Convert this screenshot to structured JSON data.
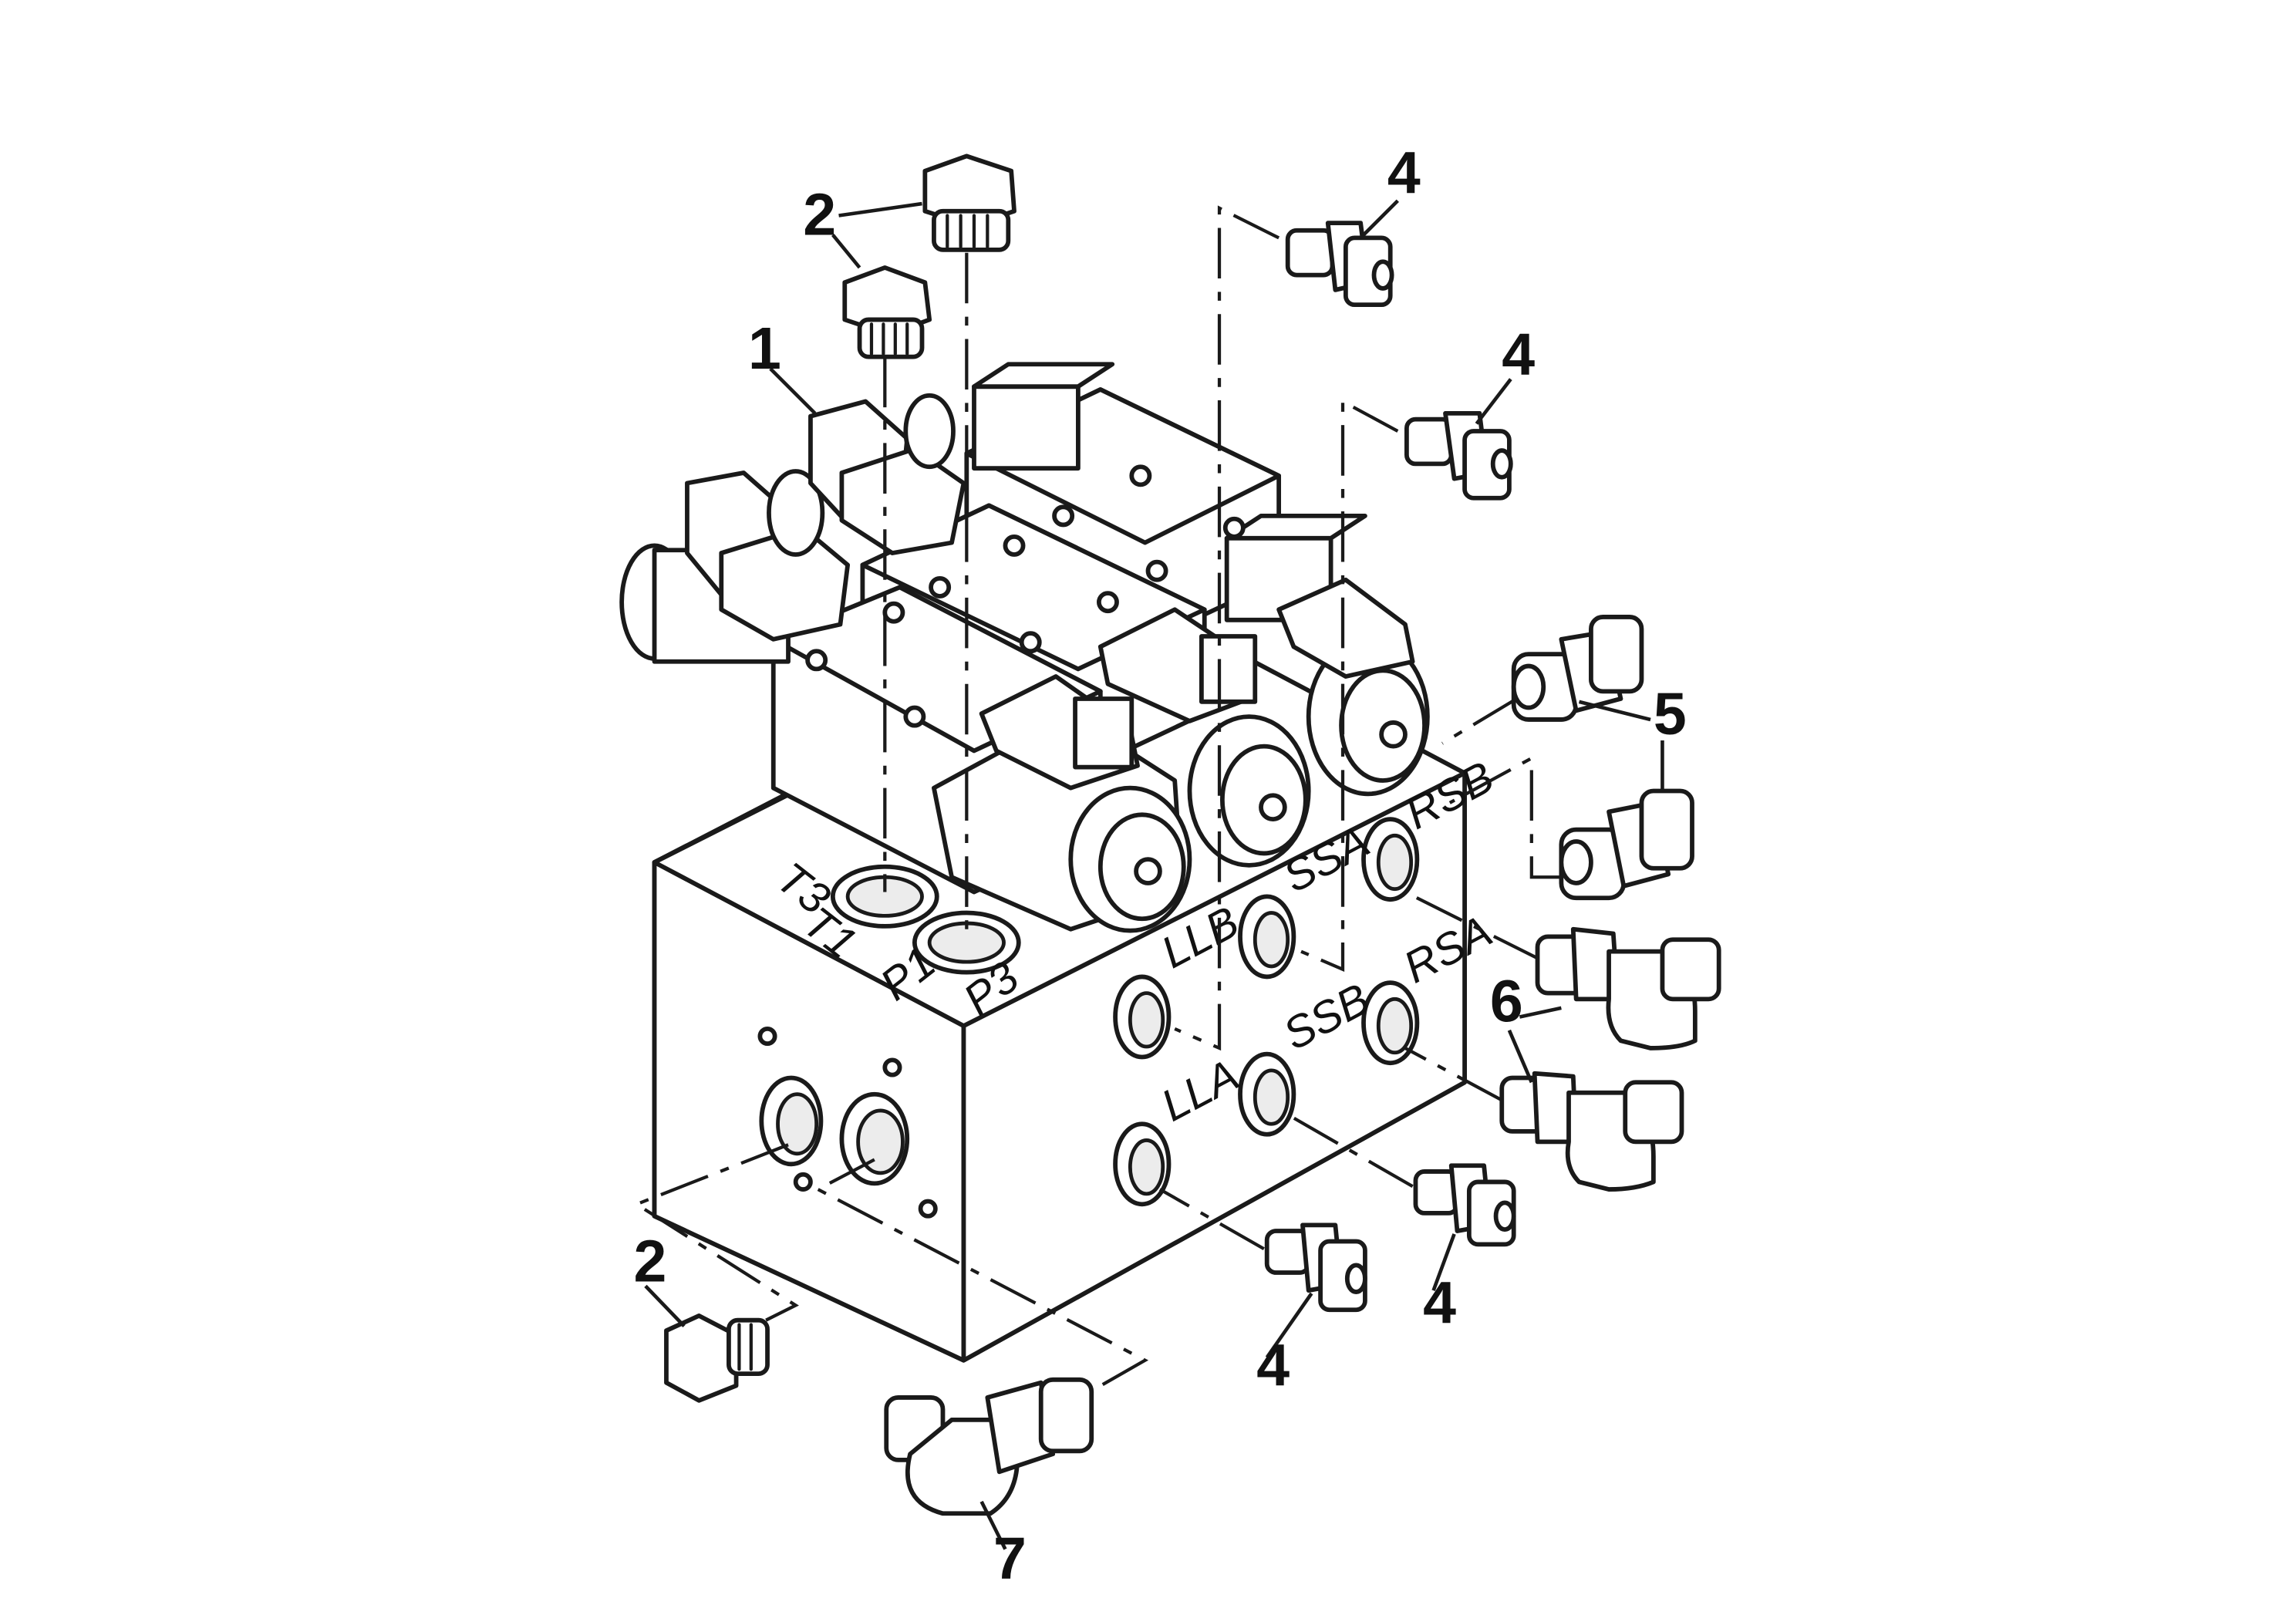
{
  "ports": {
    "T3": "T3",
    "T1": "T1",
    "P1": "P1",
    "P3": "P3",
    "RSB": "RSB",
    "SSA": "SSA",
    "RSA": "RSA",
    "LLB": "LLB",
    "SSB": "SSB",
    "LLA": "LLA"
  },
  "callouts": {
    "plug_top_a": "2",
    "plug_top_b": "2",
    "valve": "1",
    "fitting_top_a": "4",
    "fitting_top_b": "4",
    "adapter_a": "5",
    "elbow_right": "6",
    "fitting_ssb": "4",
    "fitting_lla": "4",
    "plug_bottom": "2",
    "elbow_bottom": "7"
  },
  "colors": {
    "ink": "#1a1a1a",
    "paper": "#ffffff"
  }
}
